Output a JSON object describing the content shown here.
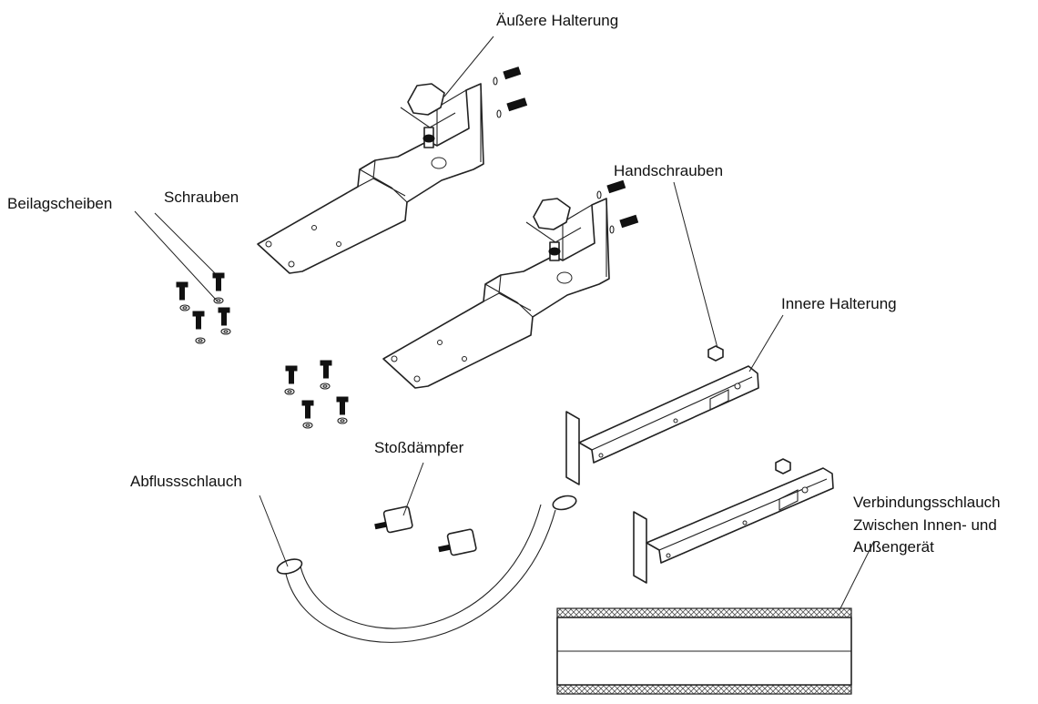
{
  "labels": {
    "outer_bracket": "Äußere Halterung",
    "hand_screws": "Handschrauben",
    "washers": "Beilagscheiben",
    "screws": "Schrauben",
    "inner_bracket": "Innere Halterung",
    "shock_absorber": "Stoßdämpfer",
    "drain_hose": "Abflussschlauch",
    "connection_hose_line1": "Verbindungsschlauch",
    "connection_hose_line2": "Zwischen Innen- und",
    "connection_hose_line3": "Außengerät"
  }
}
